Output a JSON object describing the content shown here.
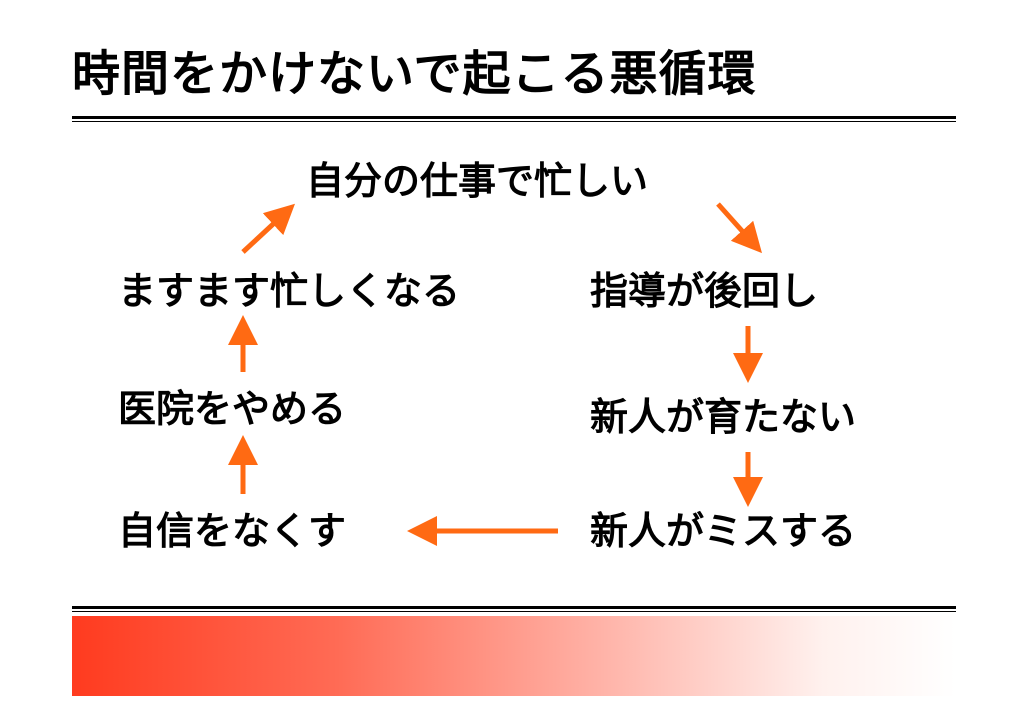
{
  "slide": {
    "title": "時間をかけないで起こる悪循環"
  },
  "cycle": {
    "top": "自分の仕事で忙しい",
    "right_1": "指導が後回し",
    "right_2": "新人が育たない",
    "right_3": "新人がミスする",
    "left_3": "自信をなくす",
    "left_2": "医院をやめる",
    "left_1": "ますます忙しくなる"
  },
  "colors": {
    "arrow": "#ff6a13",
    "rule": "#000000",
    "band_start": "#ff3b1f",
    "band_end": "#ffffff"
  }
}
